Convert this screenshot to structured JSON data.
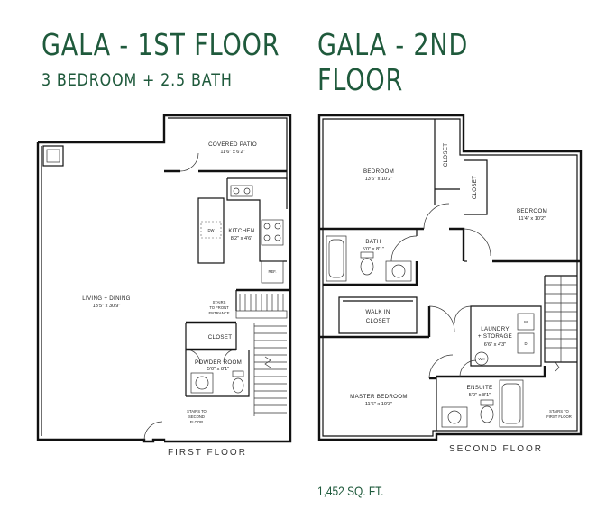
{
  "header": {
    "title_first": "GALA - 1ST FLOOR",
    "title_second": "GALA - 2ND FLOOR",
    "subtitle": "3 BEDROOM  +  2.5 BATH"
  },
  "first_floor": {
    "floor_label": "FIRST FLOOR",
    "rooms": {
      "covered_patio": {
        "name": "COVERED PATIO",
        "dim": "11'6\" x 6'2\""
      },
      "kitchen": {
        "name": "KITCHEN",
        "dim": "8'2\" x 4'6\""
      },
      "living": {
        "name": "LIVING + DINING",
        "dim": "13'5\" x 30'9\""
      },
      "closet": {
        "name": "CLOSET"
      },
      "powder": {
        "name": "POWDER ROOM",
        "dim": "5'0\" x 8'1\""
      }
    },
    "notes": {
      "dw": "DW",
      "ref": "REF.",
      "stairs_front_1": "STAIRS",
      "stairs_front_2": "TO FRONT",
      "stairs_front_3": "ENTRANCE",
      "stairs_second_1": "STAIRS TO",
      "stairs_second_2": "SECOND",
      "stairs_second_3": "FLOOR"
    }
  },
  "second_floor": {
    "floor_label": "SECOND FLOOR",
    "rooms": {
      "bedroom1": {
        "name": "BEDROOM",
        "dim": "13'6\" x 10'2\""
      },
      "bedroom2": {
        "name": "BEDROOM",
        "dim": "11'4\" x 10'2\""
      },
      "closet1": {
        "name": "CLOSET"
      },
      "closet2": {
        "name": "CLOSET"
      },
      "bath": {
        "name": "BATH",
        "dim": "5'0\" x 8'1\""
      },
      "walkin": {
        "name": "WALK IN",
        "name2": "CLOSET"
      },
      "laundry": {
        "name": "LAUNDRY",
        "name2": "+ STORAGE",
        "dim": "6'6\" x 4'3\""
      },
      "master": {
        "name": "MASTER BEDROOM",
        "dim": "11'6\" x 10'3\""
      },
      "ensuite": {
        "name": "ENSUITE",
        "dim": "5'0\" x 8'1\""
      }
    },
    "notes": {
      "washer": "W",
      "dryer": "D",
      "water_heater": "WH",
      "stairs_first_1": "STAIRS TO",
      "stairs_first_2": "FIRST FLOOR"
    }
  },
  "footer": {
    "sqft": "1,452 SQ. FT."
  },
  "colors": {
    "title_green": "#1f5a3c",
    "wall": "#111111"
  }
}
